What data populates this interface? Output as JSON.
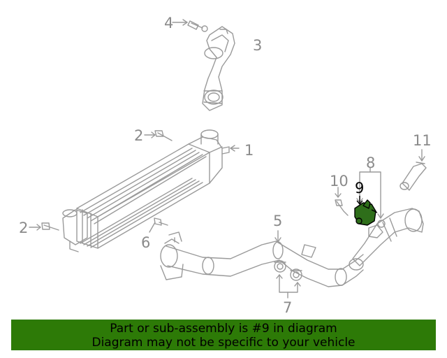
{
  "diagram": {
    "callouts": [
      {
        "id": "1",
        "label": "1"
      },
      {
        "id": "2a",
        "label": "2"
      },
      {
        "id": "2b",
        "label": "2"
      },
      {
        "id": "3",
        "label": "3"
      },
      {
        "id": "4",
        "label": "4"
      },
      {
        "id": "5",
        "label": "5"
      },
      {
        "id": "6",
        "label": "6"
      },
      {
        "id": "7",
        "label": "7"
      },
      {
        "id": "8",
        "label": "8"
      },
      {
        "id": "9",
        "label": "9"
      },
      {
        "id": "10",
        "label": "10"
      },
      {
        "id": "11",
        "label": "11"
      }
    ],
    "highlighted_part": "9",
    "colors": {
      "line": "#9a9a9a",
      "highlight": "#2e6e1a",
      "banner": "#2d7a07"
    }
  },
  "banner": {
    "line1": "Part or sub-assembly is #9 in diagram",
    "line2": "Diagram may not be specific to your vehicle"
  }
}
